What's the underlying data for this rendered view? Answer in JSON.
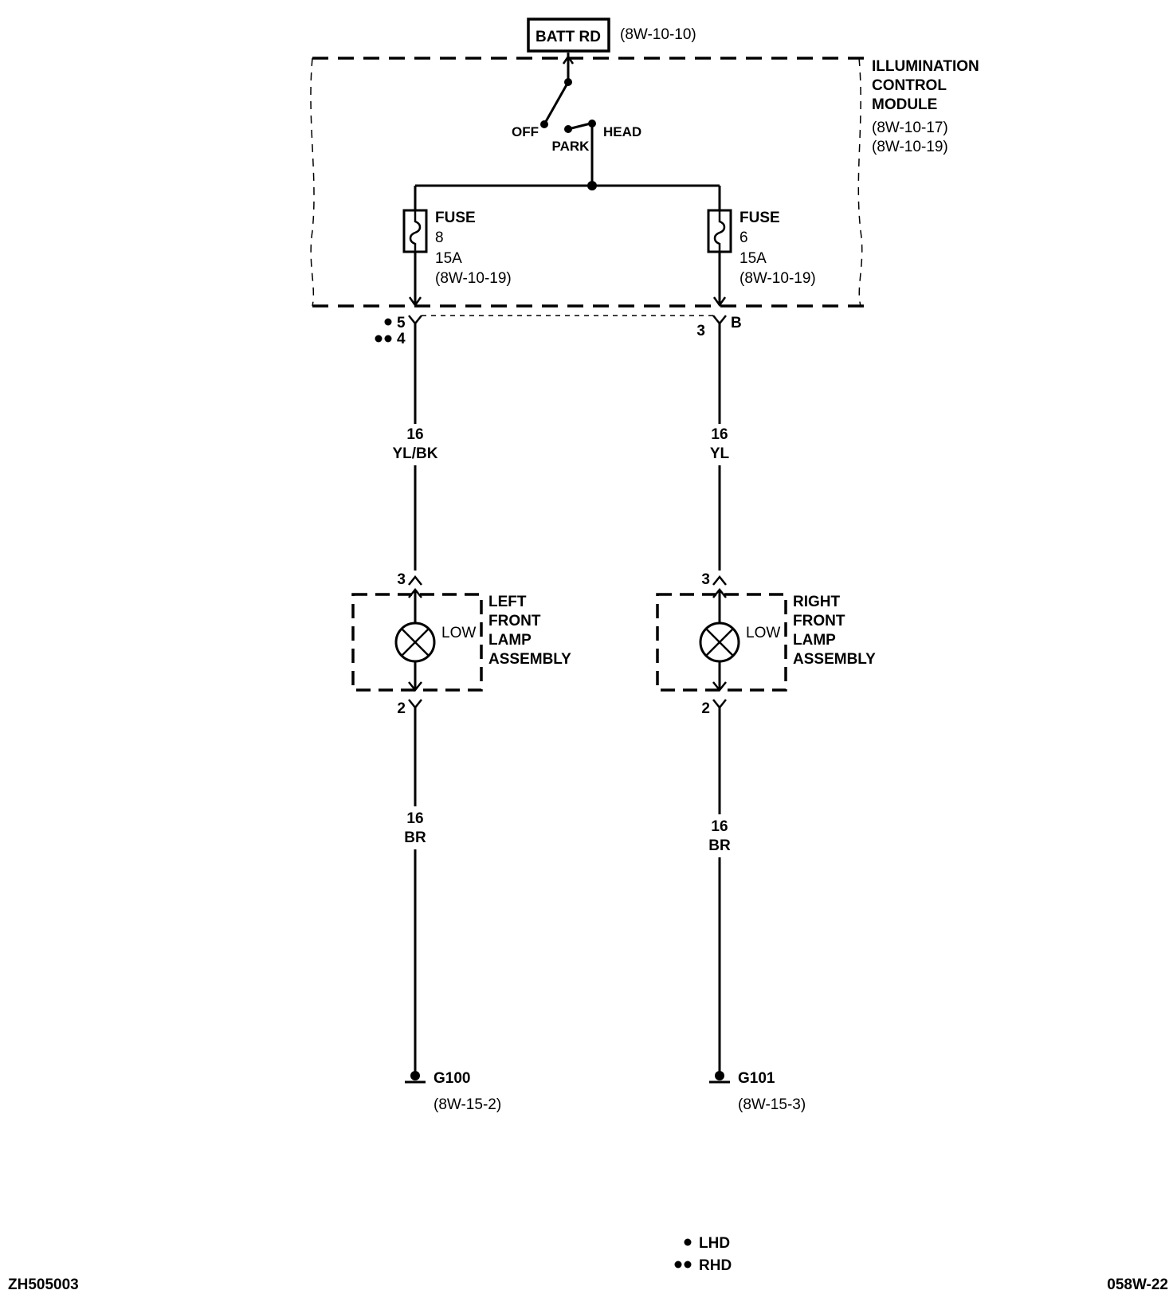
{
  "source": {
    "label": "BATT RD",
    "ref": "(8W-10-10)"
  },
  "module": {
    "title_lines": [
      "ILLUMINATION",
      "CONTROL",
      "MODULE"
    ],
    "refs": [
      "(8W-10-17)",
      "(8W-10-19)"
    ]
  },
  "switch": {
    "off": "OFF",
    "park": "PARK",
    "head": "HEAD"
  },
  "fuses": [
    {
      "word": "FUSE",
      "number": "8",
      "rating": "15A",
      "ref": "(8W-10-19)"
    },
    {
      "word": "FUSE",
      "number": "6",
      "rating": "15A",
      "ref": "(8W-10-19)"
    }
  ],
  "module_pins": {
    "left_lhd": "5",
    "left_rhd": "4",
    "right_pin": "3",
    "right_connector": "B"
  },
  "wires": {
    "left_upper": {
      "gauge": "16",
      "color": "YL/BK"
    },
    "right_upper": {
      "gauge": "16",
      "color": "YL"
    },
    "left_lower": {
      "gauge": "16",
      "color": "BR"
    },
    "right_lower": {
      "gauge": "16",
      "color": "BR"
    }
  },
  "lamps": [
    {
      "name_lines": [
        "LEFT",
        "FRONT",
        "LAMP",
        "ASSEMBLY"
      ],
      "filament": "LOW",
      "pin_in": "3",
      "pin_out": "2"
    },
    {
      "name_lines": [
        "RIGHT",
        "FRONT",
        "LAMP",
        "ASSEMBLY"
      ],
      "filament": "LOW",
      "pin_in": "3",
      "pin_out": "2"
    }
  ],
  "grounds": [
    {
      "label": "G100",
      "ref": "(8W-15-2)"
    },
    {
      "label": "G101",
      "ref": "(8W-15-3)"
    }
  ],
  "legend": {
    "lhd": "LHD",
    "rhd": "RHD"
  },
  "footer": {
    "left_code": "ZH505003",
    "right_code": "058W-22"
  }
}
